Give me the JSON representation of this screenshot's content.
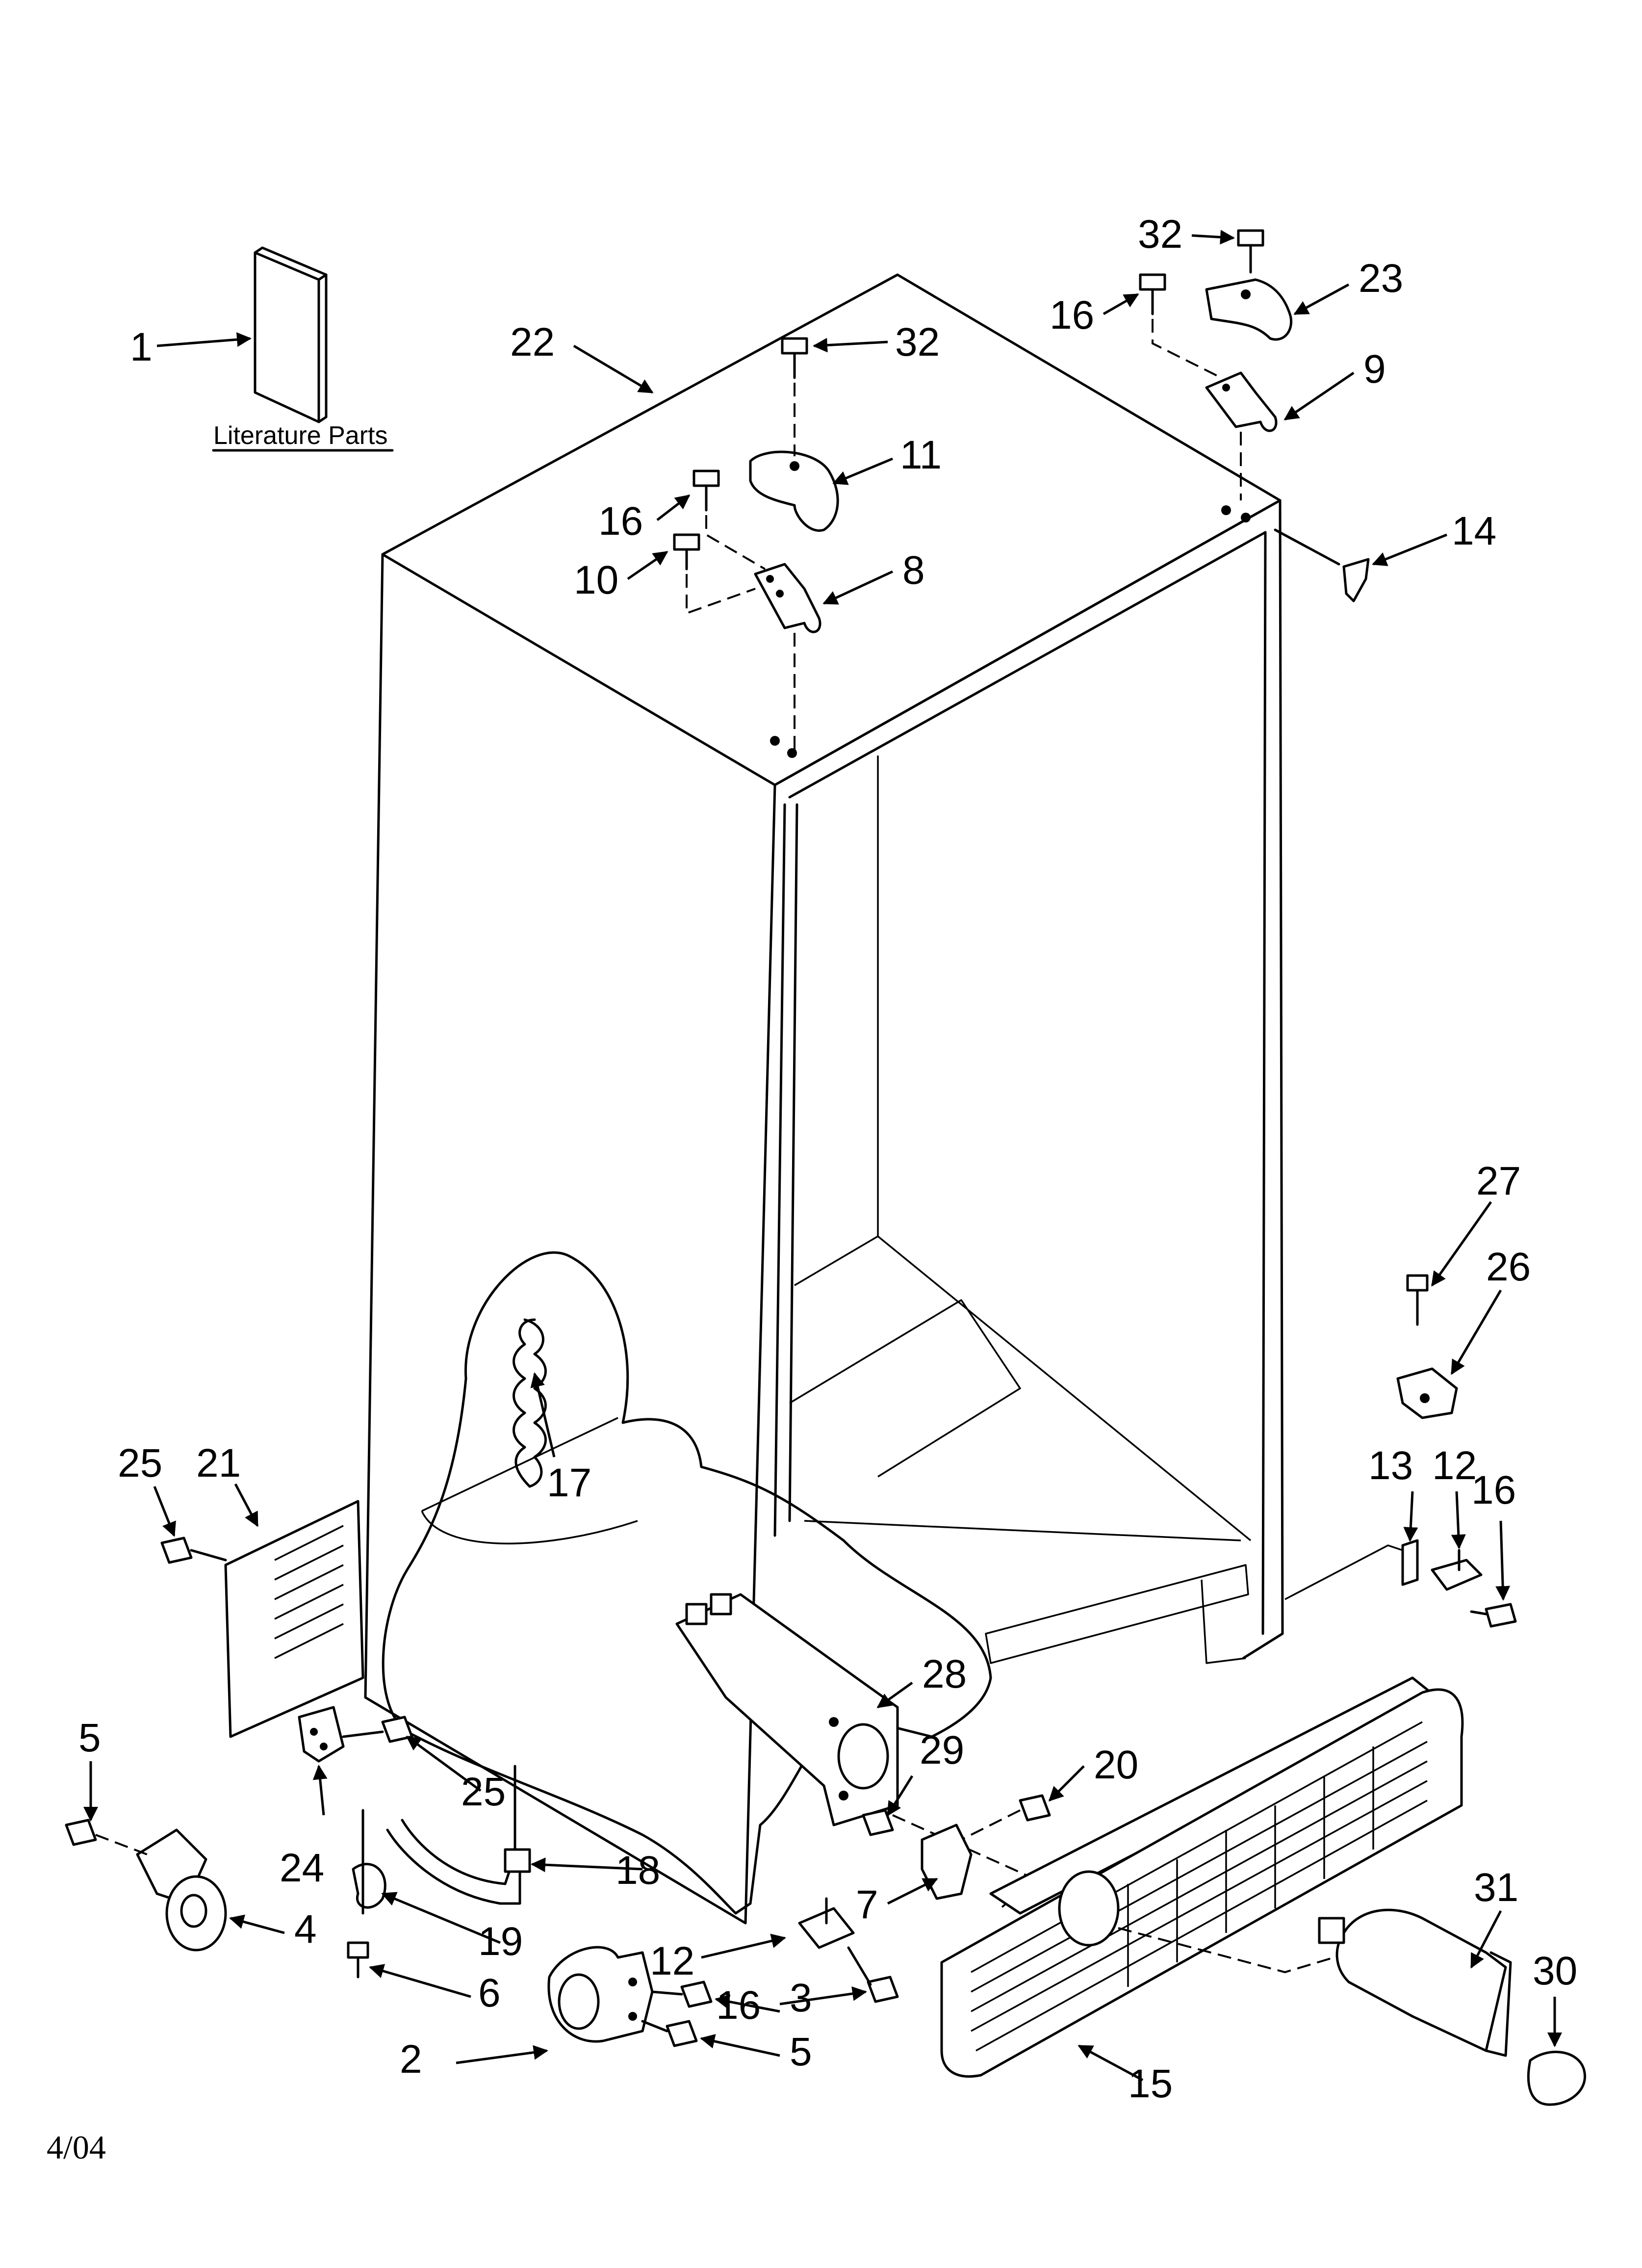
{
  "diagram": {
    "literature_caption": "Literature Parts",
    "date_code": "4/04",
    "callouts": [
      {
        "id": "c1",
        "text": "1"
      },
      {
        "id": "c2",
        "text": "2"
      },
      {
        "id": "c3",
        "text": "3"
      },
      {
        "id": "c4",
        "text": "4"
      },
      {
        "id": "c5a",
        "text": "5"
      },
      {
        "id": "c5b",
        "text": "5"
      },
      {
        "id": "c6",
        "text": "6"
      },
      {
        "id": "c7",
        "text": "7"
      },
      {
        "id": "c8",
        "text": "8"
      },
      {
        "id": "c9",
        "text": "9"
      },
      {
        "id": "c10",
        "text": "10"
      },
      {
        "id": "c11",
        "text": "11"
      },
      {
        "id": "c12a",
        "text": "12"
      },
      {
        "id": "c12b",
        "text": "12"
      },
      {
        "id": "c13",
        "text": "13"
      },
      {
        "id": "c14",
        "text": "14"
      },
      {
        "id": "c15",
        "text": "15"
      },
      {
        "id": "c16a",
        "text": "16"
      },
      {
        "id": "c16b",
        "text": "16"
      },
      {
        "id": "c16c",
        "text": "16"
      },
      {
        "id": "c16d",
        "text": "16"
      },
      {
        "id": "c17",
        "text": "17"
      },
      {
        "id": "c18",
        "text": "18"
      },
      {
        "id": "c19",
        "text": "19"
      },
      {
        "id": "c20",
        "text": "20"
      },
      {
        "id": "c21",
        "text": "21"
      },
      {
        "id": "c22",
        "text": "22"
      },
      {
        "id": "c23",
        "text": "23"
      },
      {
        "id": "c24",
        "text": "24"
      },
      {
        "id": "c25a",
        "text": "25"
      },
      {
        "id": "c25b",
        "text": "25"
      },
      {
        "id": "c26",
        "text": "26"
      },
      {
        "id": "c27",
        "text": "27"
      },
      {
        "id": "c28",
        "text": "28"
      },
      {
        "id": "c29",
        "text": "29"
      },
      {
        "id": "c30",
        "text": "30"
      },
      {
        "id": "c31",
        "text": "31"
      },
      {
        "id": "c32a",
        "text": "32"
      },
      {
        "id": "c32b",
        "text": "32"
      }
    ]
  }
}
